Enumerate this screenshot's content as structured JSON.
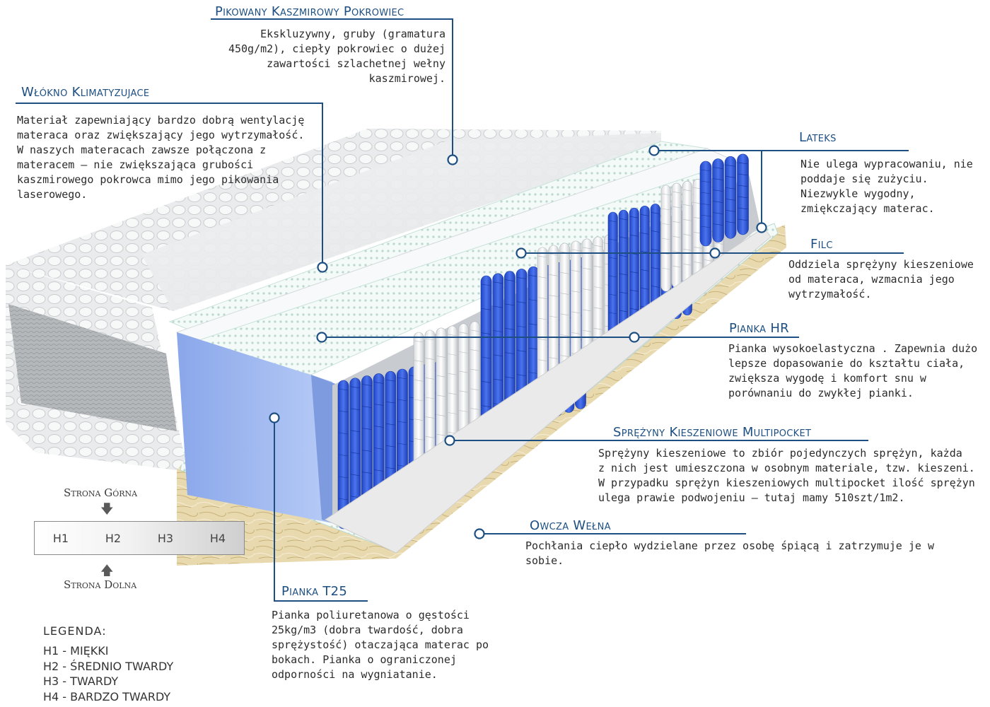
{
  "callouts": {
    "cover": {
      "title": "Pikowany Kaszmirowy Pokrowiec",
      "desc": "Ekskluzywny, gruby (gramatura\n450g/m2), ciepły pokrowiec o dużej\nzawartości szlachetnej wełny\nkaszmirowej."
    },
    "fiber": {
      "title": "Włókno Klimatyzujace",
      "desc": "Materiał zapewniający bardzo dobrą wentylację\nmateraca oraz zwiększający jego wytrzymałość.\nW naszych materacach zawsze połączona z\nmateracem – nie zwiększająca grubości\nkaszmirowego pokrowca mimo jego pikowania\nlaserowego."
    },
    "latex": {
      "title": "Lateks",
      "desc": "Nie ulega wypracowaniu, nie\npoddaje się zużyciu.\nNiezwykle wygodny,\nzmiękczający materac."
    },
    "felt": {
      "title": "Filc",
      "desc": "Oddziela sprężyny kieszeniowe\nod materaca, wzmacnia jego\nwytrzymałość."
    },
    "hr": {
      "title": "Pianka HR",
      "desc": "Pianka wysokoelastyczna . Zapewnia dużo\nlepsze dopasowanie do kształtu ciała,\nzwiększa wygodę i komfort snu w\nporównaniu do zwykłej pianki."
    },
    "springs": {
      "title": "Sprężyny Kieszeniowe  Multipocket",
      "desc": "Sprężyny kieszeniowe to zbiór pojedynczych sprężyn, każda\nz nich jest umieszczona w osobnym materiale, tzw. kieszeni.\nW przypadku sprężyn kieszeniowych multipocket ilość sprężyn\nulega prawie podwojeniu – tutaj mamy 510szt/1m2."
    },
    "wool": {
      "title": "Owcza Wełna",
      "desc": "Pochłania ciepło wydzielane przez osobę śpiącą i zatrzymuje je w sobie."
    },
    "t25": {
      "title": "Pianka T25",
      "desc": "Pianka poliuretanowa o gęstości\n25kg/m3 (dobra twardość, dobra\nsprężystość) otaczająca materac po\nbokach. Pianka o ograniczonej\nodporności na wygniatanie."
    }
  },
  "firmness": {
    "top_label": "Strona Górna",
    "bottom_label": "Strona Dolna",
    "levels": [
      "H1",
      "H2",
      "H3",
      "H4"
    ]
  },
  "legend": {
    "title": "LEGENDA:",
    "items": [
      "H1 - MIĘKKI",
      "H2 - ŚREDNIO TWARDY",
      "H3 - TWARDY",
      "H4 - BARDZO TWARDY"
    ]
  },
  "icons": {
    "arrow_down": "arrow-down-icon",
    "arrow_up": "arrow-up-icon"
  },
  "colors": {
    "title": "#1d4f82",
    "line": "#1d4f82",
    "blue_spring": "#2e56d6",
    "t25_foam": "#9fb8f0",
    "wool": "#d9c48e"
  }
}
